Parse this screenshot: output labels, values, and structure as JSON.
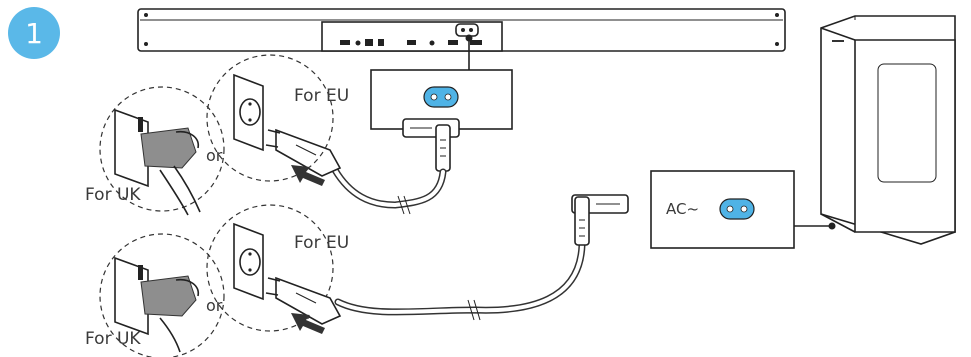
{
  "step": {
    "number": "1"
  },
  "labels": {
    "for_eu": "For EU",
    "for_uk": "For UK",
    "or": "or",
    "ac": "AC~"
  },
  "colors": {
    "accent": "#5ab8e8",
    "socket_blue": "#4fb3e6"
  }
}
